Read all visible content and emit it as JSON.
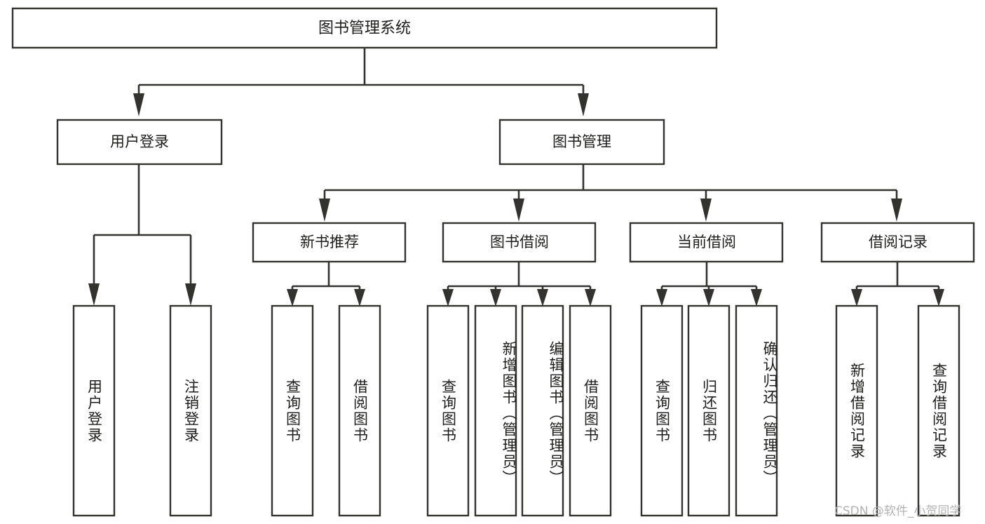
{
  "diagram": {
    "type": "tree",
    "title": "图书管理系统",
    "root": {
      "id": "root",
      "label": "图书管理系统"
    },
    "level2": [
      {
        "id": "user-login",
        "label": "用户登录"
      },
      {
        "id": "book-management",
        "label": "图书管理"
      }
    ],
    "level3": [
      {
        "id": "new-book-recommend",
        "label": "新书推荐",
        "parent": "book-management"
      },
      {
        "id": "book-borrow",
        "label": "图书借阅",
        "parent": "book-management"
      },
      {
        "id": "current-borrow",
        "label": "当前借阅",
        "parent": "book-management"
      },
      {
        "id": "borrow-record",
        "label": "借阅记录",
        "parent": "book-management"
      }
    ],
    "leaves": {
      "user-login": [
        {
          "id": "leaf-user-login",
          "label": "用户登录"
        },
        {
          "id": "leaf-user-logout",
          "label": "注销登录"
        }
      ],
      "new-book-recommend": [
        {
          "id": "leaf-query-book-1",
          "label": "查询图书"
        },
        {
          "id": "leaf-borrow-book-1",
          "label": "借阅图书"
        }
      ],
      "book-borrow": [
        {
          "id": "leaf-query-book-2",
          "label": "查询图书"
        },
        {
          "id": "leaf-add-book",
          "label": "新增图书（管理员）"
        },
        {
          "id": "leaf-edit-book",
          "label": "编辑图书（管理员）"
        },
        {
          "id": "leaf-borrow-book-2",
          "label": "借阅图书"
        }
      ],
      "current-borrow": [
        {
          "id": "leaf-query-book-3",
          "label": "查询图书"
        },
        {
          "id": "leaf-return-book",
          "label": "归还图书"
        },
        {
          "id": "leaf-confirm-return",
          "label": "确认归还（管理员）"
        }
      ],
      "borrow-record": [
        {
          "id": "leaf-add-record",
          "label": "新增借阅记录"
        },
        {
          "id": "leaf-query-record",
          "label": "查询借阅记录"
        }
      ]
    }
  },
  "watermark": {
    "text": "CSDN @软件_小贺同学"
  },
  "colors": {
    "stroke": "#33322f",
    "text": "#1d1d1b",
    "background": "#ffffff",
    "watermark": "#b3b3b3"
  }
}
